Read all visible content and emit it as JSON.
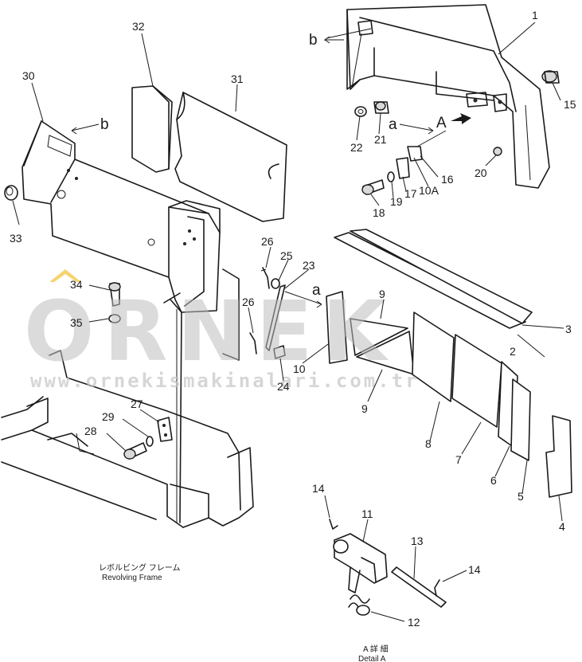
{
  "callouts": [
    {
      "id": "c1",
      "text": "1"
    },
    {
      "id": "c2",
      "text": "2"
    },
    {
      "id": "c3",
      "text": "3"
    },
    {
      "id": "c4",
      "text": "4"
    },
    {
      "id": "c5",
      "text": "5"
    },
    {
      "id": "c6",
      "text": "6"
    },
    {
      "id": "c7",
      "text": "7"
    },
    {
      "id": "c8",
      "text": "8"
    },
    {
      "id": "c9a",
      "text": "9"
    },
    {
      "id": "c9b",
      "text": "9"
    },
    {
      "id": "c10",
      "text": "10"
    },
    {
      "id": "c10a",
      "text": "10A"
    },
    {
      "id": "c11",
      "text": "11"
    },
    {
      "id": "c12",
      "text": "12"
    },
    {
      "id": "c13",
      "text": "13"
    },
    {
      "id": "c14a",
      "text": "14"
    },
    {
      "id": "c14b",
      "text": "14"
    },
    {
      "id": "c15",
      "text": "15"
    },
    {
      "id": "c16",
      "text": "16"
    },
    {
      "id": "c17",
      "text": "17"
    },
    {
      "id": "c18",
      "text": "18"
    },
    {
      "id": "c19",
      "text": "19"
    },
    {
      "id": "c20",
      "text": "20"
    },
    {
      "id": "c21",
      "text": "21"
    },
    {
      "id": "c22",
      "text": "22"
    },
    {
      "id": "c23",
      "text": "23"
    },
    {
      "id": "c24",
      "text": "24"
    },
    {
      "id": "c25",
      "text": "25"
    },
    {
      "id": "c26a",
      "text": "26"
    },
    {
      "id": "c26b",
      "text": "26"
    },
    {
      "id": "c27",
      "text": "27"
    },
    {
      "id": "c28",
      "text": "28"
    },
    {
      "id": "c29",
      "text": "29"
    },
    {
      "id": "c30",
      "text": "30"
    },
    {
      "id": "c31",
      "text": "31"
    },
    {
      "id": "c32",
      "text": "32"
    },
    {
      "id": "c33",
      "text": "33"
    },
    {
      "id": "c34",
      "text": "34"
    },
    {
      "id": "c35",
      "text": "35"
    }
  ],
  "view_markers": {
    "b_top": "b",
    "b_left": "b",
    "a_top": "a",
    "a_mid": "a",
    "A_arrow": "A"
  },
  "captions": {
    "frame_jp": "レボルビング フレーム",
    "frame_en": "Revolving Frame",
    "detail_jp": "A 詳 細",
    "detail_en": "Detail A"
  },
  "watermark": {
    "brand": "ORNEK",
    "url": "www.ornekismakinalari.com.tr"
  }
}
